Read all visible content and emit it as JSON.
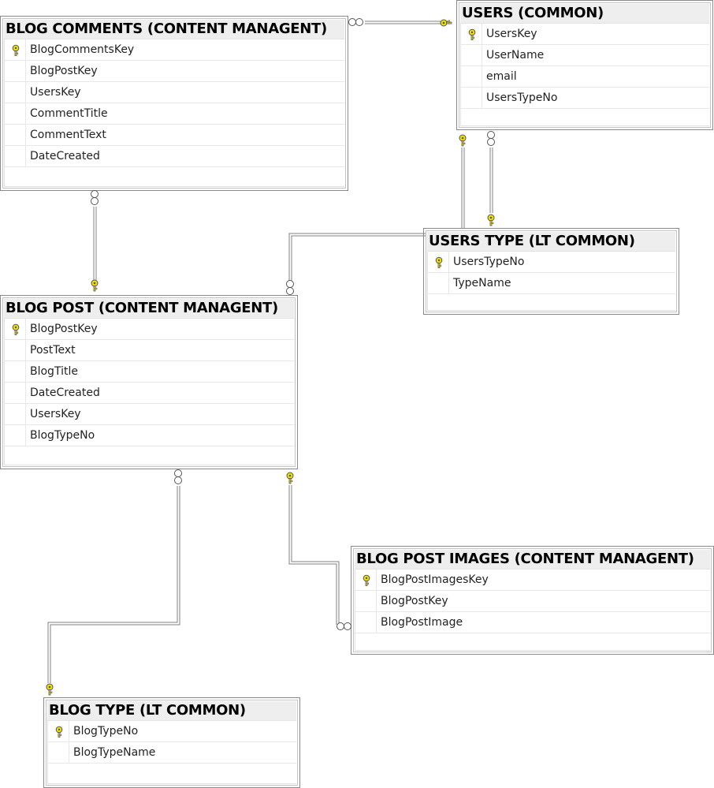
{
  "colors": {
    "key": "#f0e000",
    "line": "#808080",
    "border": "#8a8a8a",
    "title_bg": "#eeeeee"
  },
  "tables": {
    "blog_comments": {
      "title": "BLOG COMMENTS (CONTENT MANAGENT)",
      "columns": [
        {
          "name": "BlogCommentsKey",
          "is_key": true
        },
        {
          "name": "BlogPostKey",
          "is_key": false
        },
        {
          "name": "UsersKey",
          "is_key": false
        },
        {
          "name": "CommentTitle",
          "is_key": false
        },
        {
          "name": "CommentText",
          "is_key": false
        },
        {
          "name": "DateCreated",
          "is_key": false
        }
      ]
    },
    "users": {
      "title": "USERS (COMMON)",
      "columns": [
        {
          "name": "UsersKey",
          "is_key": true
        },
        {
          "name": "UserName",
          "is_key": false
        },
        {
          "name": "email",
          "is_key": false
        },
        {
          "name": "UsersTypeNo",
          "is_key": false
        }
      ]
    },
    "users_type": {
      "title": "USERS TYPE (LT COMMON)",
      "columns": [
        {
          "name": "UsersTypeNo",
          "is_key": true
        },
        {
          "name": "TypeName",
          "is_key": false
        }
      ]
    },
    "blog_post": {
      "title": "BLOG POST (CONTENT MANAGENT)",
      "columns": [
        {
          "name": "BlogPostKey",
          "is_key": true
        },
        {
          "name": "PostText",
          "is_key": false
        },
        {
          "name": "BlogTitle",
          "is_key": false
        },
        {
          "name": "DateCreated",
          "is_key": false
        },
        {
          "name": "UsersKey",
          "is_key": false
        },
        {
          "name": "BlogTypeNo",
          "is_key": false
        }
      ]
    },
    "blog_post_images": {
      "title": "BLOG POST IMAGES (CONTENT MANAGENT)",
      "columns": [
        {
          "name": "BlogPostImagesKey",
          "is_key": true
        },
        {
          "name": "BlogPostKey",
          "is_key": false
        },
        {
          "name": "BlogPostImage",
          "is_key": false
        }
      ]
    },
    "blog_type": {
      "title": "BLOG TYPE (LT COMMON)",
      "columns": [
        {
          "name": "BlogTypeNo",
          "is_key": true
        },
        {
          "name": "BlogTypeName",
          "is_key": false
        }
      ]
    }
  }
}
